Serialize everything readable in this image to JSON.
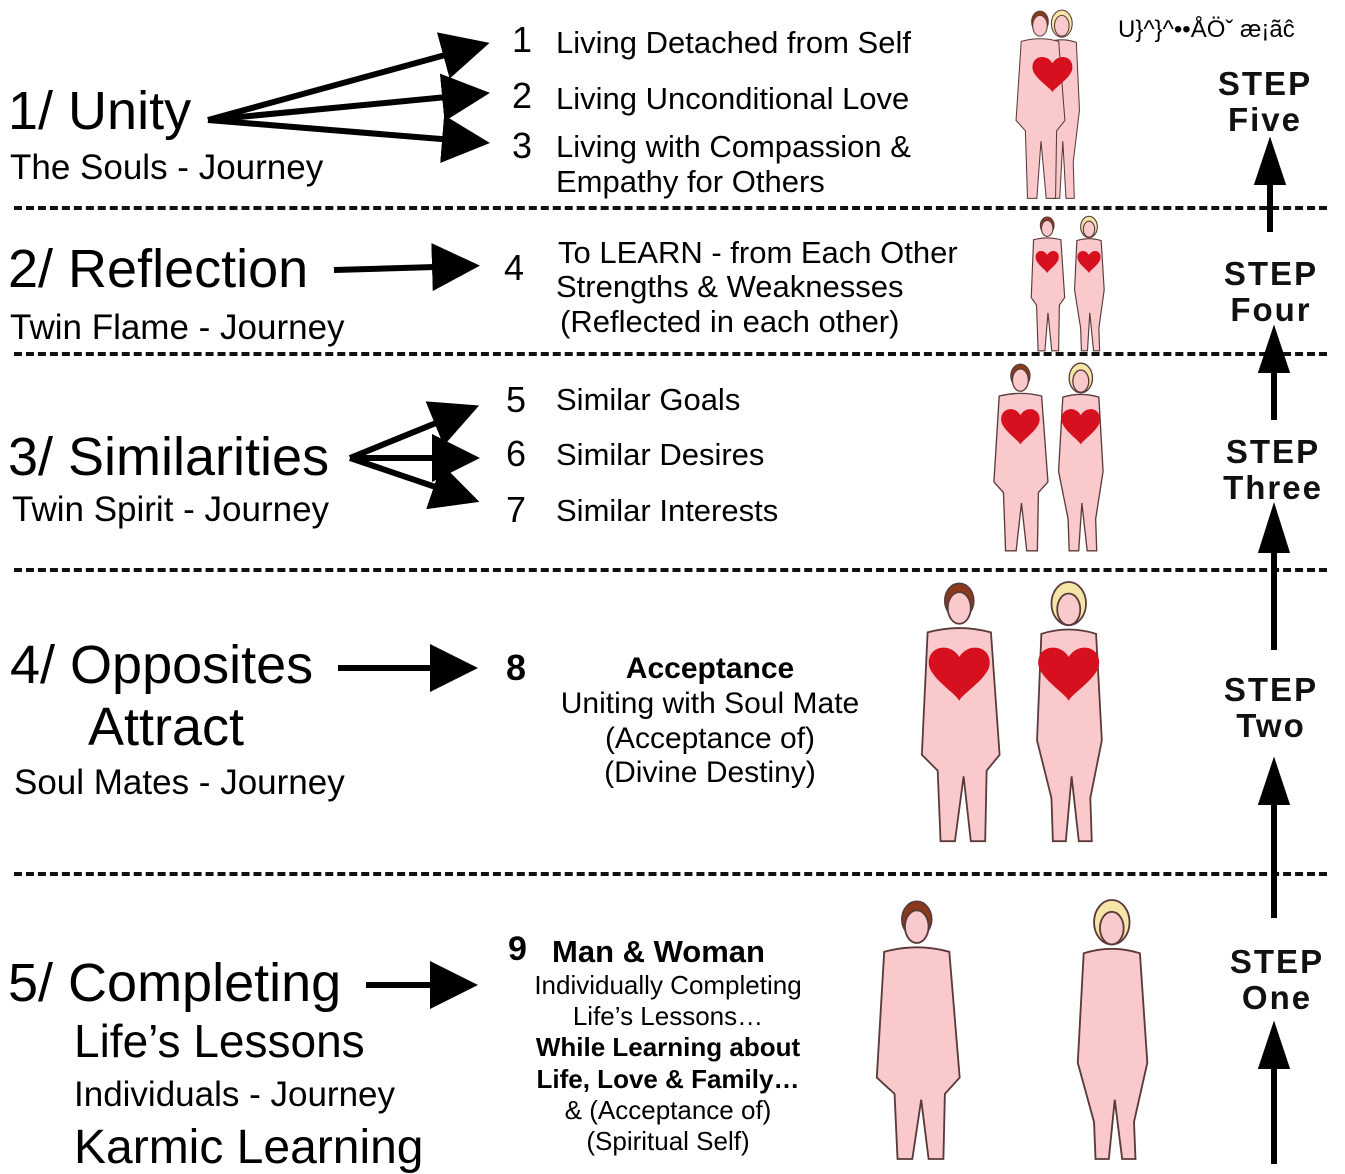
{
  "corner_text": "U}^}^••ÅÖˇ æ¡ãĉ",
  "stages": [
    {
      "title": "1/ Unity",
      "subtitle": "The Souls - Journey"
    },
    {
      "title": "2/ Reflection",
      "subtitle": "Twin Flame - Journey"
    },
    {
      "title": "3/ Similarities",
      "subtitle": "Twin Spirit - Journey"
    },
    {
      "title_line1": "4/ Opposites",
      "title_line2": "Attract",
      "subtitle": "Soul Mates - Journey"
    },
    {
      "title": "5/ Completing",
      "line2": "Life’s Lessons",
      "subtitle": "Individuals - Journey",
      "line4": "Karmic Learning"
    }
  ],
  "items": {
    "n1": "1",
    "t1": "Living Detached from Self",
    "n2": "2",
    "t2": "Living Unconditional Love",
    "n3": "3",
    "t3a": "Living with Compassion &",
    "t3b": "Empathy for Others",
    "n4": "4",
    "t4a": "To LEARN - from Each Other",
    "t4b": "Strengths & Weaknesses",
    "t4c": "(Reflected in each other)",
    "n5": "5",
    "t5": "Similar Goals",
    "n6": "6",
    "t6": "Similar Desires",
    "n7": "7",
    "t7": "Similar Interests",
    "n8": "8",
    "t8a": "Acceptance",
    "t8b": "Uniting with Soul Mate",
    "t8c": "(Acceptance of)",
    "t8d": "(Divine Destiny)",
    "n9": "9",
    "t9a": "Man & Woman",
    "t9b": "Individually Completing",
    "t9c": "Life’s Lessons…",
    "t9d": "While Learning about",
    "t9e": "Life, Love & Family…",
    "t9f": "& (Acceptance of)",
    "t9g": "(Spiritual Self)"
  },
  "steps": [
    {
      "word": "STEP",
      "num": "Five"
    },
    {
      "word": "STEP",
      "num": "Four"
    },
    {
      "word": "STEP",
      "num": "Three"
    },
    {
      "word": "STEP",
      "num": "Two"
    },
    {
      "word": "STEP",
      "num": "One"
    }
  ],
  "colors": {
    "skin": "#f9c9cc",
    "skin_outline": "#5a3a3a",
    "heart": "#d6101e",
    "male_hair": "#8b3a1c",
    "female_hair": "#f5e6a8",
    "ink": "#000000"
  }
}
